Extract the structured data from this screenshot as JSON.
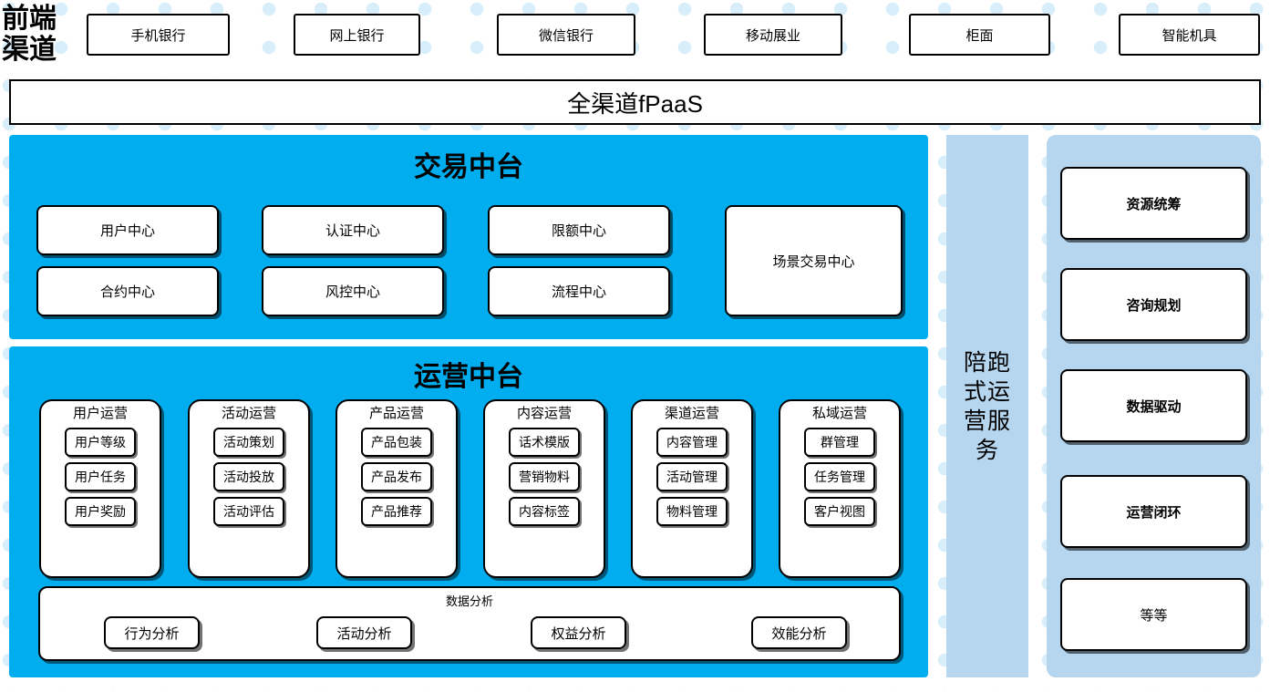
{
  "colors": {
    "mid_platform_cyan": "#00AEEF",
    "service_panel_blue": "#B6D6EF",
    "dot_pattern": "#D9EEFB",
    "card_bg": "#FFFFFF",
    "outline": "#000000"
  },
  "front_channel": {
    "label": "前端\n渠道",
    "label_line1": "前端",
    "label_line2": "渠道",
    "items": [
      {
        "label": "手机银行"
      },
      {
        "label": "网上银行"
      },
      {
        "label": "微信银行"
      },
      {
        "label": "移动展业"
      },
      {
        "label": "柜面"
      },
      {
        "label": "智能机具"
      }
    ]
  },
  "omnichannel_bar": {
    "label": "全渠道fPaaS"
  },
  "transaction_platform": {
    "title": "交易中台",
    "cards": [
      {
        "label": "用户中心"
      },
      {
        "label": "认证中心"
      },
      {
        "label": "限额中心"
      },
      {
        "label": "合约中心"
      },
      {
        "label": "风控中心"
      },
      {
        "label": "流程中心"
      }
    ],
    "scene_card": {
      "label": "场景交易中心"
    }
  },
  "operation_platform": {
    "title": "运营中台",
    "groups": [
      {
        "title": "用户运营",
        "items": [
          "用户等级",
          "用户任务",
          "用户奖励"
        ]
      },
      {
        "title": "活动运营",
        "items": [
          "活动策划",
          "活动投放",
          "活动评估"
        ]
      },
      {
        "title": "产品运营",
        "items": [
          "产品包装",
          "产品发布",
          "产品推荐"
        ]
      },
      {
        "title": "内容运营",
        "items": [
          "话术模版",
          "营销物料",
          "内容标签"
        ]
      },
      {
        "title": "渠道运营",
        "items": [
          "内容管理",
          "活动管理",
          "物料管理"
        ]
      },
      {
        "title": "私域运营",
        "items": [
          "群管理",
          "任务管理",
          "客户视图"
        ]
      }
    ],
    "data_analysis": {
      "title": "数据分析",
      "items": [
        "行为分析",
        "活动分析",
        "权益分析",
        "效能分析"
      ]
    }
  },
  "service_column": {
    "label": "陪跑式运营服务",
    "lines": [
      "陪跑",
      "式运",
      "营服",
      "务"
    ]
  },
  "capability_column": {
    "items": [
      {
        "label": "资源统筹",
        "bold": true
      },
      {
        "label": "咨询规划",
        "bold": true
      },
      {
        "label": "数据驱动",
        "bold": true
      },
      {
        "label": "运营闭环",
        "bold": true
      },
      {
        "label": "等等",
        "bold": false
      }
    ]
  }
}
